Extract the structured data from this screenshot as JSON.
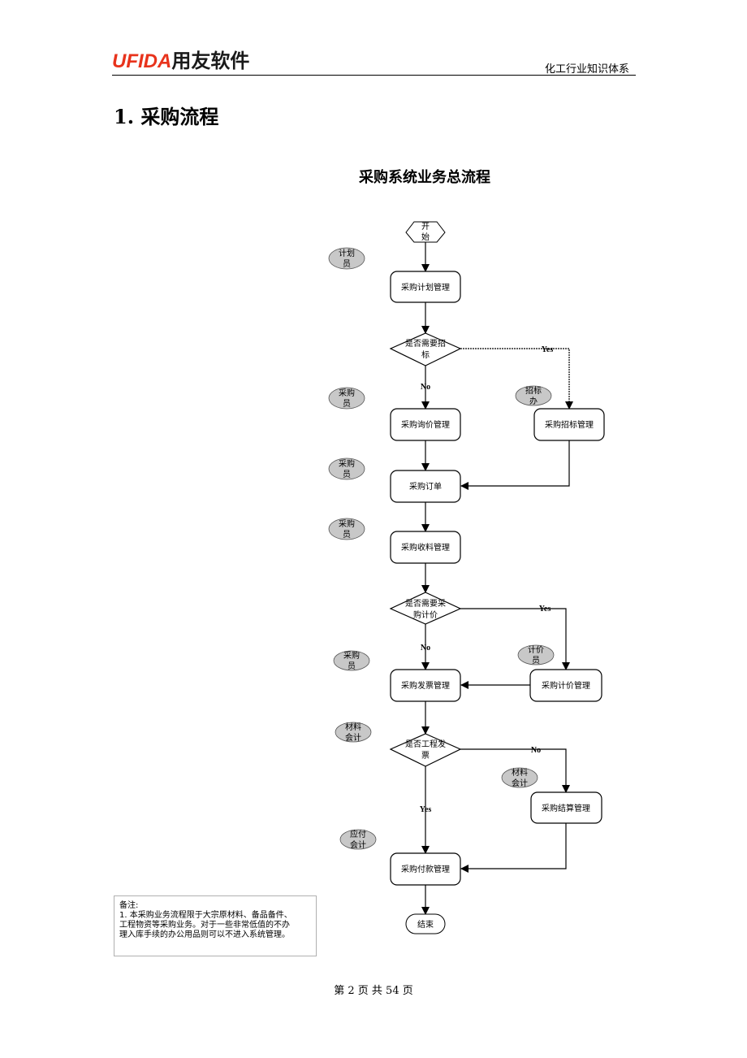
{
  "header": {
    "logo_brand": "UFIDA",
    "logo_cn": "用友软件",
    "doc_title": "化工行业知识体系"
  },
  "section": {
    "title": "1.  采购流程"
  },
  "diagram": {
    "title": "采购系统业务总流程",
    "start": [
      "开",
      "始"
    ],
    "end": "结束",
    "boxes": {
      "plan": "采购计划管理",
      "inquiry": "采购询价管理",
      "tender": "采购招标管理",
      "order": "采购订单",
      "receive": "采购收料管理",
      "invoice": "采购发票管理",
      "pricing": "采购计价管理",
      "settle": "采购结算管理",
      "payment": "采购付款管理"
    },
    "decisions": {
      "need_tender": [
        "是否需要招",
        "标"
      ],
      "need_pricing": [
        "是否需要采",
        "购计价"
      ],
      "engineering_invoice": [
        "是否工程发",
        "票"
      ]
    },
    "edge_labels": {
      "yes": "Yes",
      "no": "No"
    },
    "roles": {
      "planner": [
        "计划",
        "员"
      ],
      "buyer1": [
        "采购",
        "员"
      ],
      "tender_office": [
        "招标",
        "办"
      ],
      "buyer2": [
        "采购",
        "员"
      ],
      "buyer3": [
        "采购",
        "员"
      ],
      "buyer4": [
        "采购",
        "员"
      ],
      "pricer": [
        "计价",
        "员"
      ],
      "material_acct1": [
        "材料",
        "会计"
      ],
      "material_acct2": [
        "材料",
        "会计"
      ],
      "ap_acct": [
        "应付",
        "会计"
      ]
    },
    "colors": {
      "role_fill": "#c8c8c8",
      "line": "#000000"
    }
  },
  "note": {
    "label": "备注:",
    "lines": [
      "1. 本采购业务流程限于大宗原材料、备品备件、",
      "工程物资等采购业务。对于一些非常低值的不办",
      "理入库手续的办公用品则可以不进入系统管理。"
    ]
  },
  "footer": {
    "page_text": "第  2  页  共  54  页"
  }
}
